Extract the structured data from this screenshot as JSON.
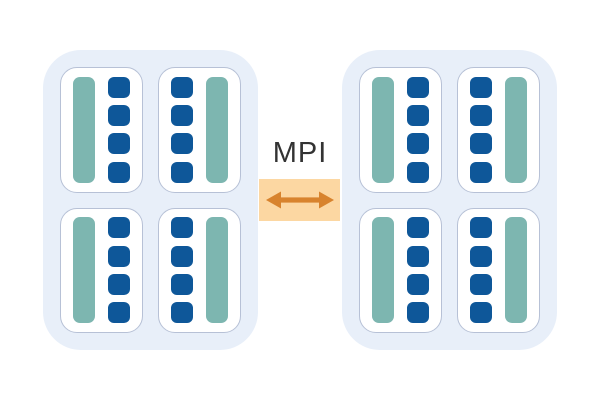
{
  "mpi": {
    "label": "MPI"
  },
  "colors": {
    "canvas_bg": "#ffffff",
    "node_bg": "#e8eff9",
    "socket_bg": "#ffffff",
    "socket_border": "#b7c1d6",
    "teal_core": "#7db6b0",
    "blue_core": "#0e5799",
    "mpi_box_bg": "#fcd7a2",
    "arrow": "#d8832d",
    "label_color": "#333333"
  },
  "diagram": {
    "nodes": [
      {
        "id": "node-1",
        "sockets": [
          {
            "layout": "bar-left",
            "squares": 4
          },
          {
            "layout": "bar-right",
            "squares": 4
          },
          {
            "layout": "bar-left",
            "squares": 4
          },
          {
            "layout": "bar-right",
            "squares": 4
          }
        ]
      },
      {
        "id": "node-2",
        "sockets": [
          {
            "layout": "bar-left",
            "squares": 4
          },
          {
            "layout": "bar-right",
            "squares": 4
          },
          {
            "layout": "bar-left",
            "squares": 4
          },
          {
            "layout": "bar-right",
            "squares": 4
          }
        ]
      }
    ]
  }
}
